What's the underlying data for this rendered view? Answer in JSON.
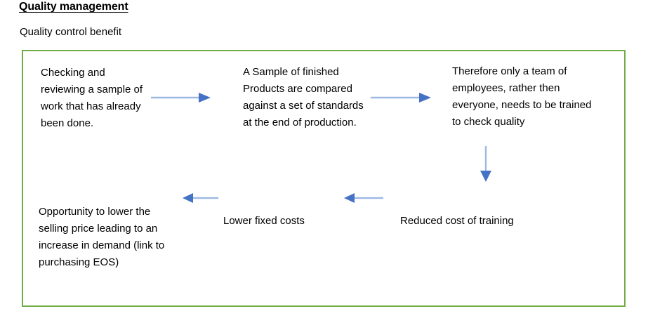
{
  "document": {
    "title": "Quality management",
    "subtitle": "Quality control benefit"
  },
  "diagram": {
    "border_color": "#70AD47",
    "arrow_shaft_color": "#9DB9E2",
    "arrow_head_color": "#4472C4",
    "nodes": [
      {
        "id": "checking",
        "text": "Checking and reviewing a sample of work that has already been done."
      },
      {
        "id": "sample",
        "text": "A Sample of finished Products are compared against a set of standards at the end of production."
      },
      {
        "id": "therefore",
        "text": "Therefore only a team of employees, rather then everyone, needs to be trained to check quality"
      },
      {
        "id": "reduced-cost-of-training",
        "text": "Reduced cost of training"
      },
      {
        "id": "lower-fixed-costs",
        "text": "Lower fixed costs"
      },
      {
        "id": "opportunity",
        "text": "Opportunity to lower the selling price leading to an increase in demand (link to purchasing EOS)"
      }
    ],
    "arrows": [
      {
        "id": "checking-to-sample",
        "direction": "right"
      },
      {
        "id": "sample-to-therefore",
        "direction": "right"
      },
      {
        "id": "therefore-to-reduced-cost",
        "direction": "down"
      },
      {
        "id": "reduced-cost-to-lower-fixed",
        "direction": "left"
      },
      {
        "id": "lower-fixed-to-opportunity",
        "direction": "left"
      }
    ]
  }
}
